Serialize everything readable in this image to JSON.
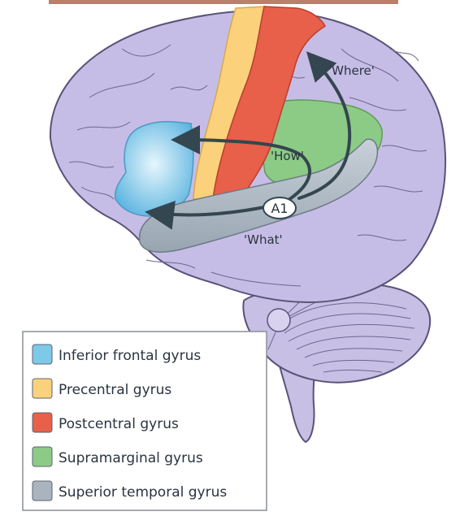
{
  "pathways": {
    "where": "'Where'",
    "how": "'How'",
    "what": "'What'"
  },
  "center_label": "A1",
  "legend": {
    "items": [
      {
        "label": "Inferior frontal gyrus",
        "color": "#7ec8e8"
      },
      {
        "label": "Precentral gyrus",
        "color": "#fbd17b"
      },
      {
        "label": "Postcentral gyrus",
        "color": "#e85f4a"
      },
      {
        "label": "Supramarginal gyrus",
        "color": "#8ccb86"
      },
      {
        "label": "Superior temporal gyrus",
        "color": "#a9b4bf"
      }
    ]
  },
  "colors": {
    "brain": "#c6bde6",
    "brain_outline": "#5a5278",
    "arrow": "#34464f",
    "cerebellum": "#c8bfe4"
  }
}
